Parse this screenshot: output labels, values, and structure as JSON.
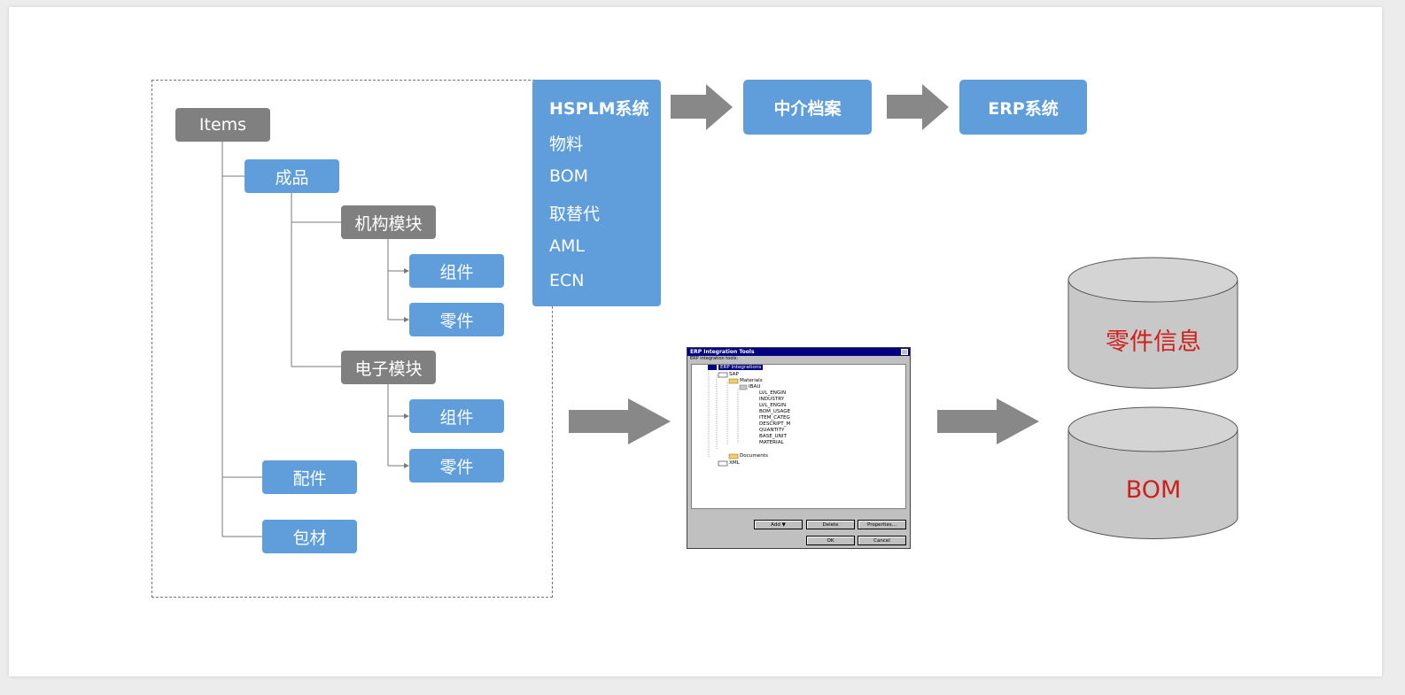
{
  "tree": {
    "root": "Items",
    "finished": "成品",
    "mech_module": "机构模块",
    "mech_assembly": "组件",
    "mech_part": "零件",
    "elec_module": "电子模块",
    "elec_assembly": "组件",
    "elec_part": "零件",
    "accessory": "配件",
    "packaging": "包材"
  },
  "hsplm": {
    "title": "HSPLM系统",
    "items": [
      "物料",
      "BOM",
      "取替代",
      "AML",
      "ECN"
    ]
  },
  "flow": {
    "intermediate": "中介档案",
    "erp": "ERP系统"
  },
  "dialog": {
    "title": "ERP Integration Tools",
    "label": "ERP integration tools:",
    "tree_items": [
      "ERP Integrations",
      "SAP",
      "Materials",
      "IBAU",
      "LVL_ENGIN",
      "INDUSTRY",
      "LVL_ENGIN",
      "BOM_USAGE",
      "ITEM_CATEG",
      "DESCRIPT_M",
      "QUANTITY",
      "BASE_UNIT",
      "MATERIAL",
      "Documents",
      "XML"
    ],
    "buttons": {
      "add": "Add ▼",
      "delete": "Delete",
      "properties": "Properties...",
      "ok": "OK",
      "cancel": "Cancel"
    }
  },
  "databases": {
    "parts": "零件信息",
    "bom": "BOM"
  },
  "colors": {
    "blue": "#5f9ddb",
    "gray": "#808080",
    "arrow": "#888888",
    "db_text": "#d0201b"
  }
}
